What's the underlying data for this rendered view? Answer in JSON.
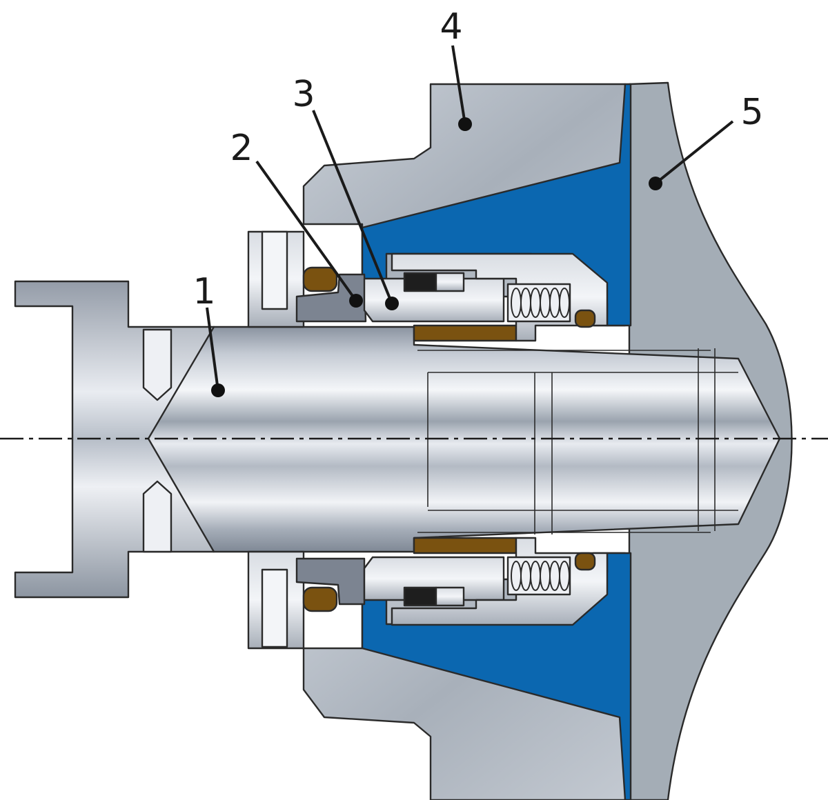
{
  "colors": {
    "steel_light": "#e6e9ef",
    "steel_mid": "#a9b0bb",
    "steel_dark": "#7c8491",
    "housing": "#a4adb6",
    "blue": "#0b67b0",
    "bronze": "#7a5210",
    "outline": "#2a2a2a"
  },
  "callouts": [
    {
      "id": "1",
      "label": "1"
    },
    {
      "id": "2",
      "label": "2"
    },
    {
      "id": "3",
      "label": "3"
    },
    {
      "id": "4",
      "label": "4"
    },
    {
      "id": "5",
      "label": "5"
    }
  ]
}
